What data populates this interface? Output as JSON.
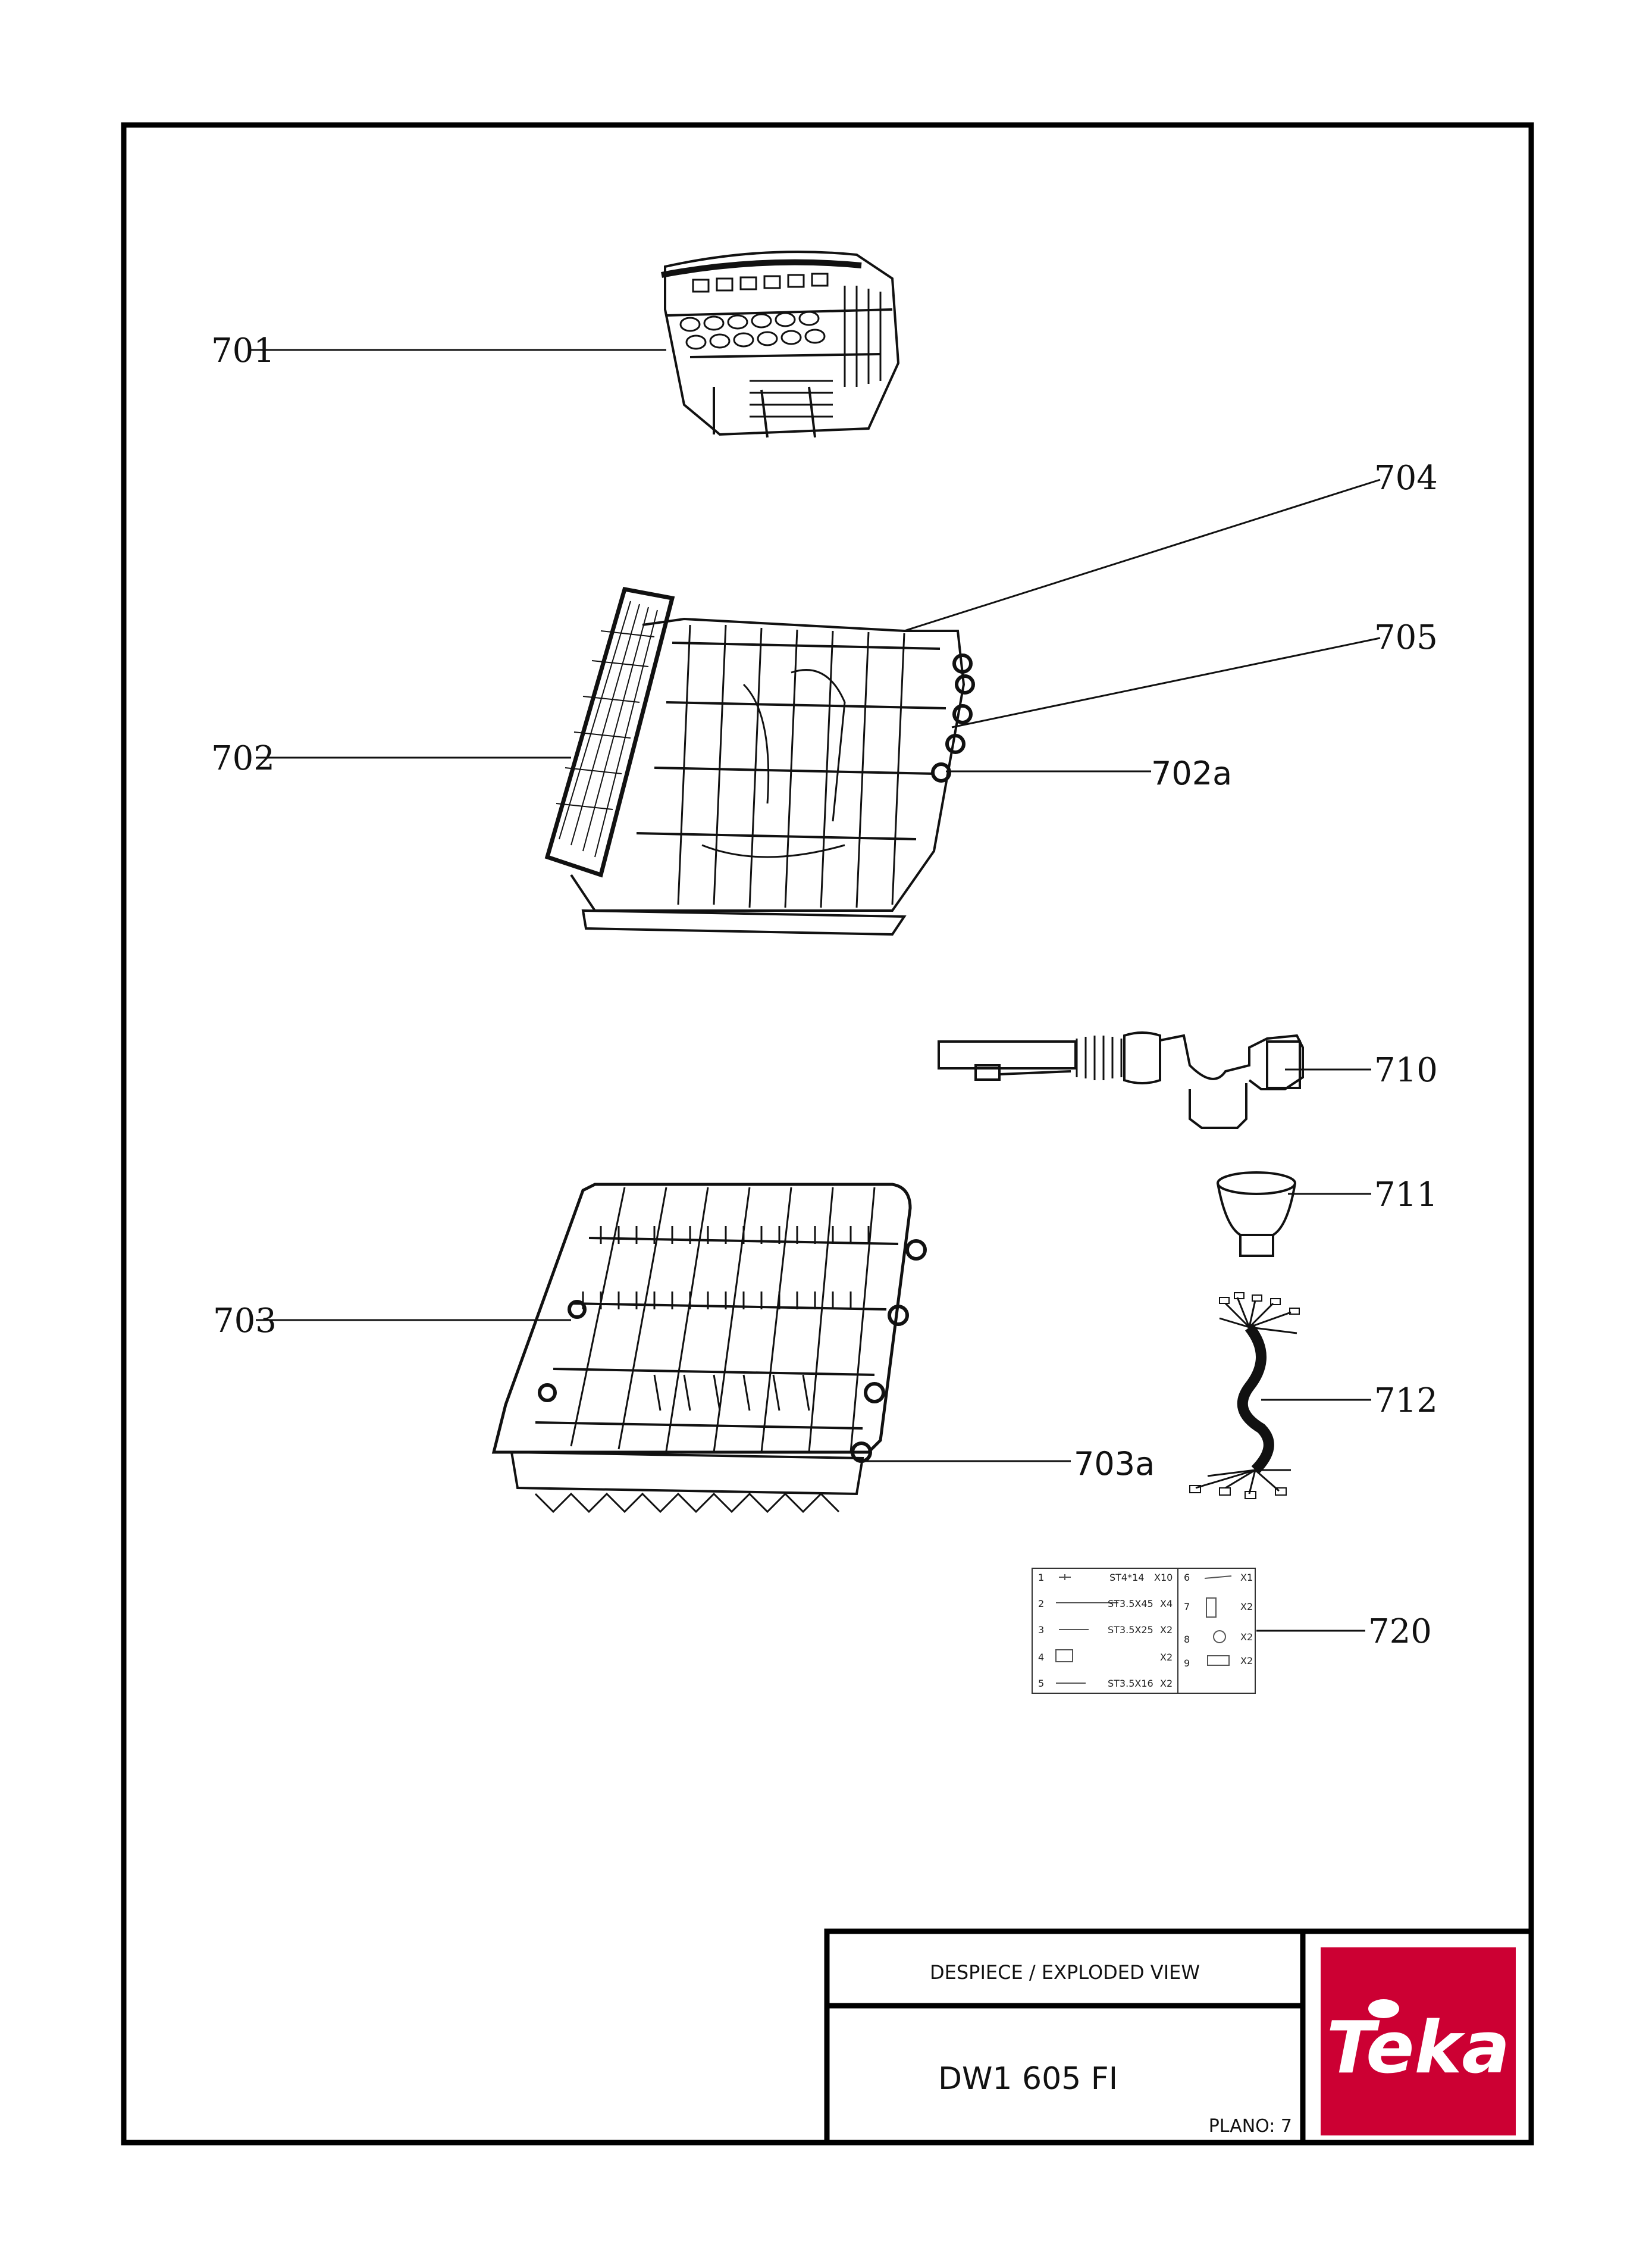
{
  "title_block": {
    "header": "DESPIECE / EXPLODED VIEW",
    "model": "DW1 605 FI",
    "plano": "PLANO: 7",
    "logo_text": "Teka",
    "logo_color": "#cc0033"
  },
  "callouts": {
    "c701": "701",
    "c702": "702",
    "c702a": "702a",
    "c703": "703",
    "c703a": "703a",
    "c704": "704",
    "c705": "705",
    "c710": "710",
    "c711": "711",
    "c712": "712",
    "c720": "720"
  },
  "accessory_table": {
    "left_rows": [
      {
        "num": "1",
        "spec": "ST4*14",
        "qty": "X10"
      },
      {
        "num": "2",
        "spec": "ST3.5X45",
        "qty": "X4"
      },
      {
        "num": "3",
        "spec": "ST3.5X25",
        "qty": "X2"
      },
      {
        "num": "4",
        "spec": "",
        "qty": "X2"
      },
      {
        "num": "5",
        "spec": "ST3.5X16",
        "qty": "X2"
      }
    ],
    "right_rows": [
      {
        "num": "6",
        "qty": "X1"
      },
      {
        "num": "7",
        "qty": "X2"
      },
      {
        "num": "8",
        "qty": "X2"
      },
      {
        "num": "9",
        "qty": "X2"
      }
    ]
  }
}
